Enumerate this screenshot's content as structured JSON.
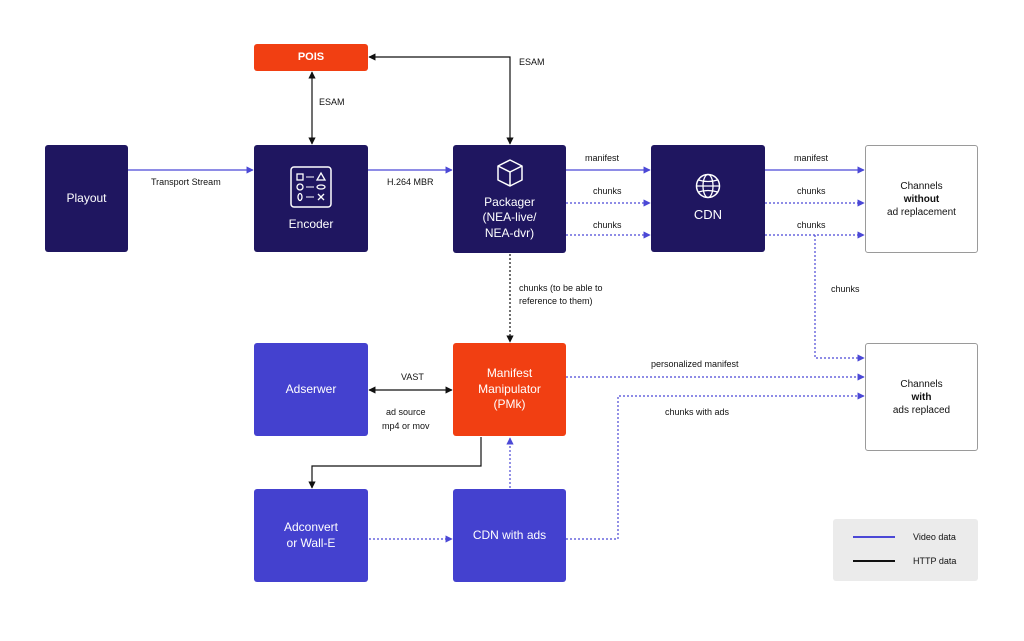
{
  "nodes": {
    "pois": "POIS",
    "playout": "Playout",
    "encoder": "Encoder",
    "packager_line1": "Packager",
    "packager_line2": "(NEA-live/",
    "packager_line3": "NEA-dvr)",
    "cdn": "CDN",
    "channels_without_line1": "Channels",
    "channels_without_bold": "without",
    "channels_without_line3": "ad replacement",
    "adserwer": "Adserwer",
    "pmk_line1": "Manifest",
    "pmk_line2": "Manipulator",
    "pmk_line3": "(PMk)",
    "channels_with_line1": "Channels",
    "channels_with_bold": "with",
    "channels_with_line3": "ads replaced",
    "adconvert_line1": "Adconvert",
    "adconvert_line2": "or Wall-E",
    "cdn_ads": "CDN with ads"
  },
  "labels": {
    "esam_left": "ESAM",
    "esam_right": "ESAM",
    "transport_stream": "Transport Stream",
    "h264": "H.264 MBR",
    "manifest1": "manifest",
    "chunks1": "chunks",
    "chunks2": "chunks",
    "manifest2": "manifest",
    "chunks3": "chunks",
    "chunks4": "chunks",
    "chunks_down": "chunks",
    "chunks_ref_line1": "chunks (to be able to",
    "chunks_ref_line2": "reference to them)",
    "vast": "VAST",
    "ad_source_line1": "ad source",
    "ad_source_line2": "mp4 or mov",
    "personalized_manifest": "personalized manifest",
    "chunks_with_ads": "chunks with ads"
  },
  "legend": {
    "video": "Video data",
    "http": "HTTP data"
  },
  "colors": {
    "dark_navy": "#1f1660",
    "blue": "#4441cf",
    "orange": "#f13f12",
    "video_line": "#4b48d6",
    "http_line": "#111111"
  }
}
